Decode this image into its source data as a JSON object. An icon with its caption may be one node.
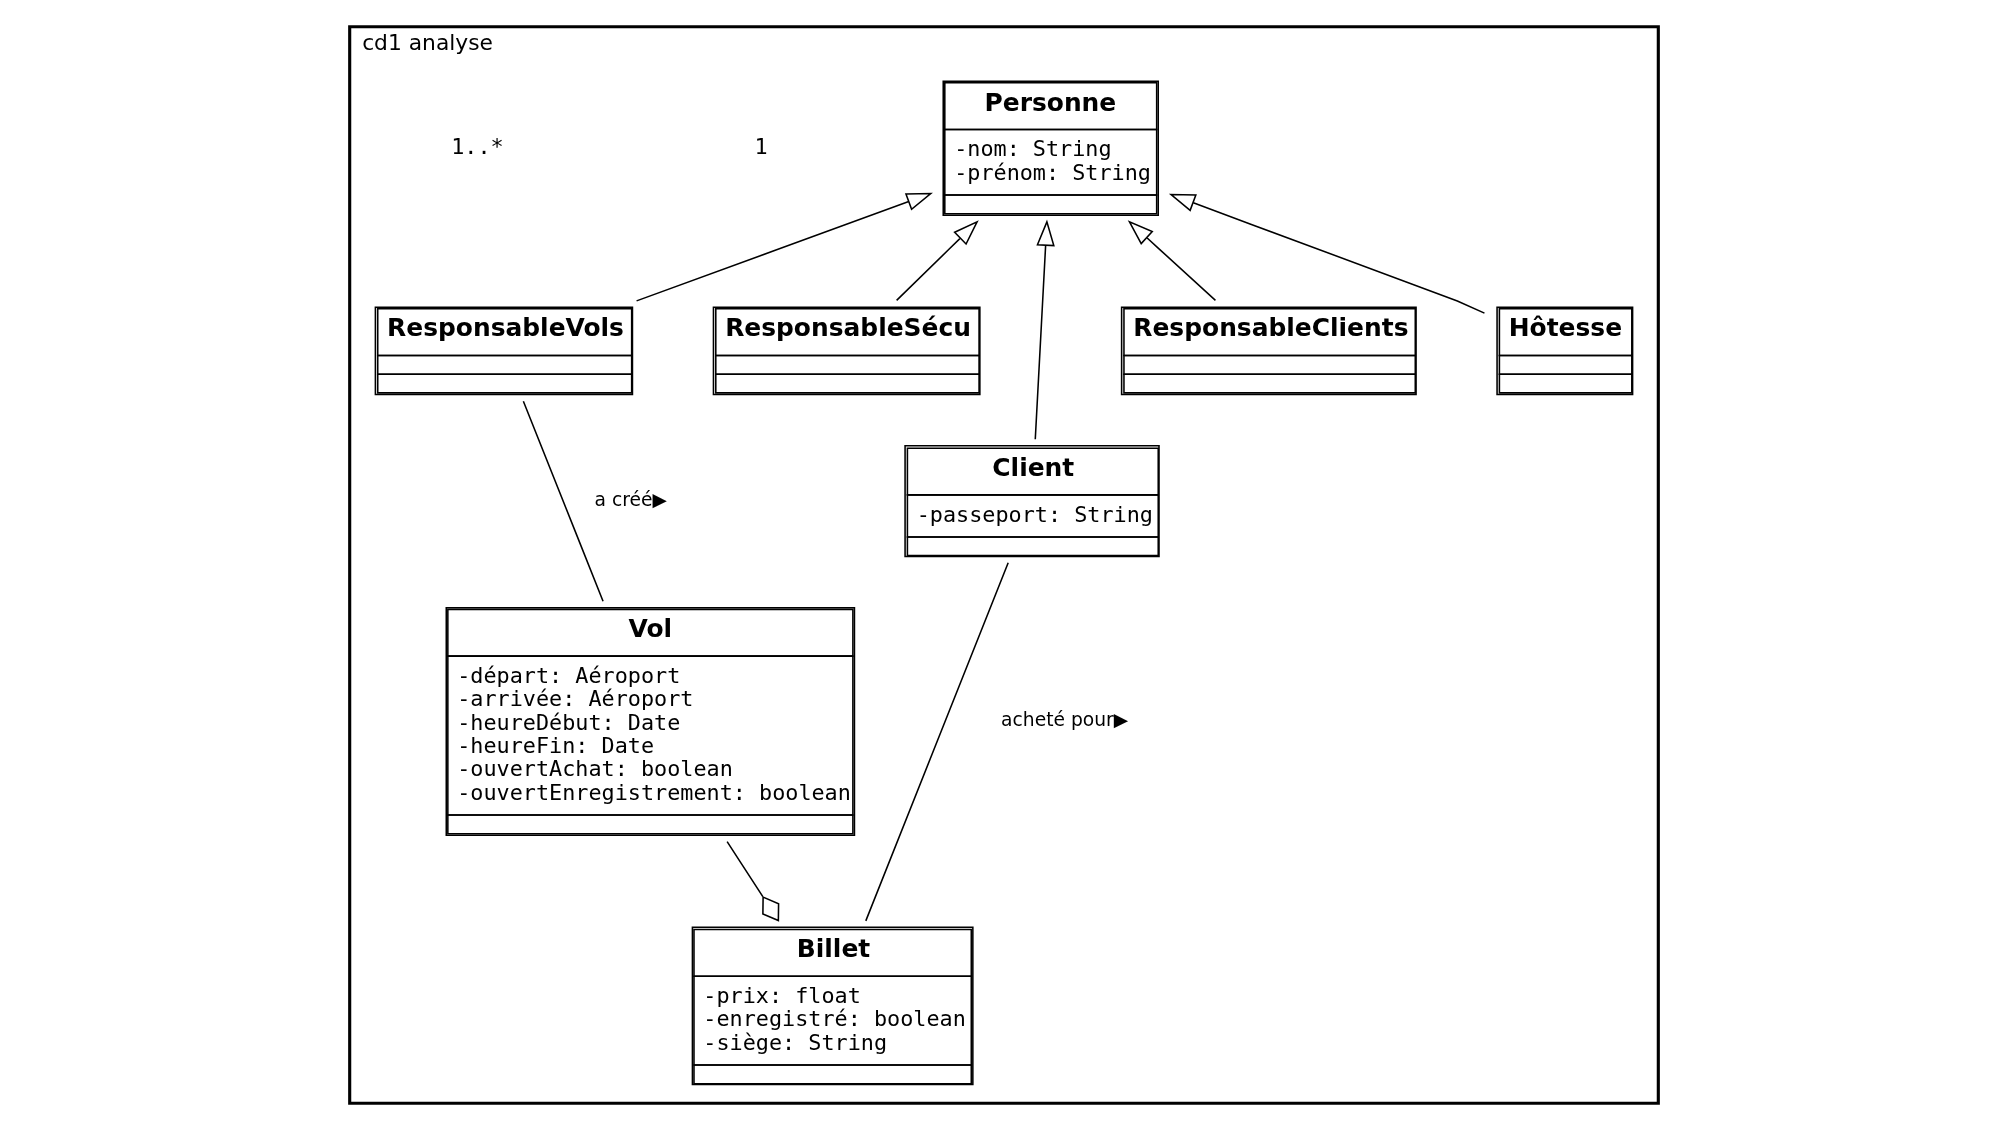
{
  "diagram": {
    "nodes": [
      {
        "text": [
          "cd1 analyse"
        ]
      },
      {
        "text": [
          "Personne",
          "-nom: String",
          "-prénom: String"
        ],
        "in": 0
      },
      {
        "text": [
          "ResponsableVols"
        ],
        "in": 0
      },
      {
        "text": [
          "ResponsableSécu"
        ],
        "in": 0
      },
      {
        "text": [
          "Client",
          "-passeport: String"
        ],
        "in": 0
      },
      {
        "text": [
          "ResponsableClients"
        ],
        "in": 0
      },
      {
        "text": [
          "Hôtesse"
        ],
        "in": 0
      },
      {
        "text": [
          "Vol",
          "-départ: Aéroport",
          "-arrivée: Aéroport",
          "-heureDébut: Date",
          "-heureFin: Date",
          "-ouvertAchat: boolean",
          "-ouvertEnregistrement: boolean"
        ],
        "in": 0
      },
      {
        "text": [
          "Billet",
          "-prix: float",
          "-enregistré: boolean",
          "-siège: String"
        ],
        "in": 0
      }
    ],
    "edges": [
      {
        "from": 2,
        "to": 1,
        "arrow": "to"
      },
      {
        "from": 3,
        "to": 1,
        "arrow": "to"
      },
      {
        "from": 4,
        "to": 1,
        "arrow": "to"
      },
      {
        "from": 5,
        "to": 1,
        "arrow": "to"
      },
      {
        "from": 6,
        "to": 1,
        "arrow": "to"
      },
      {
        "from": 2,
        "to": 7,
        "arrow": "none",
        "label": "a créé▶"
      },
      {
        "from": 4,
        "to": 8,
        "arrow": "none",
        "label": "acheté pour▶"
      },
      {
        "from": 8,
        "to": 7,
        "arrow": "other"
      }
    ],
    "labels": [
      "1",
      "1..*"
    ]
  }
}
